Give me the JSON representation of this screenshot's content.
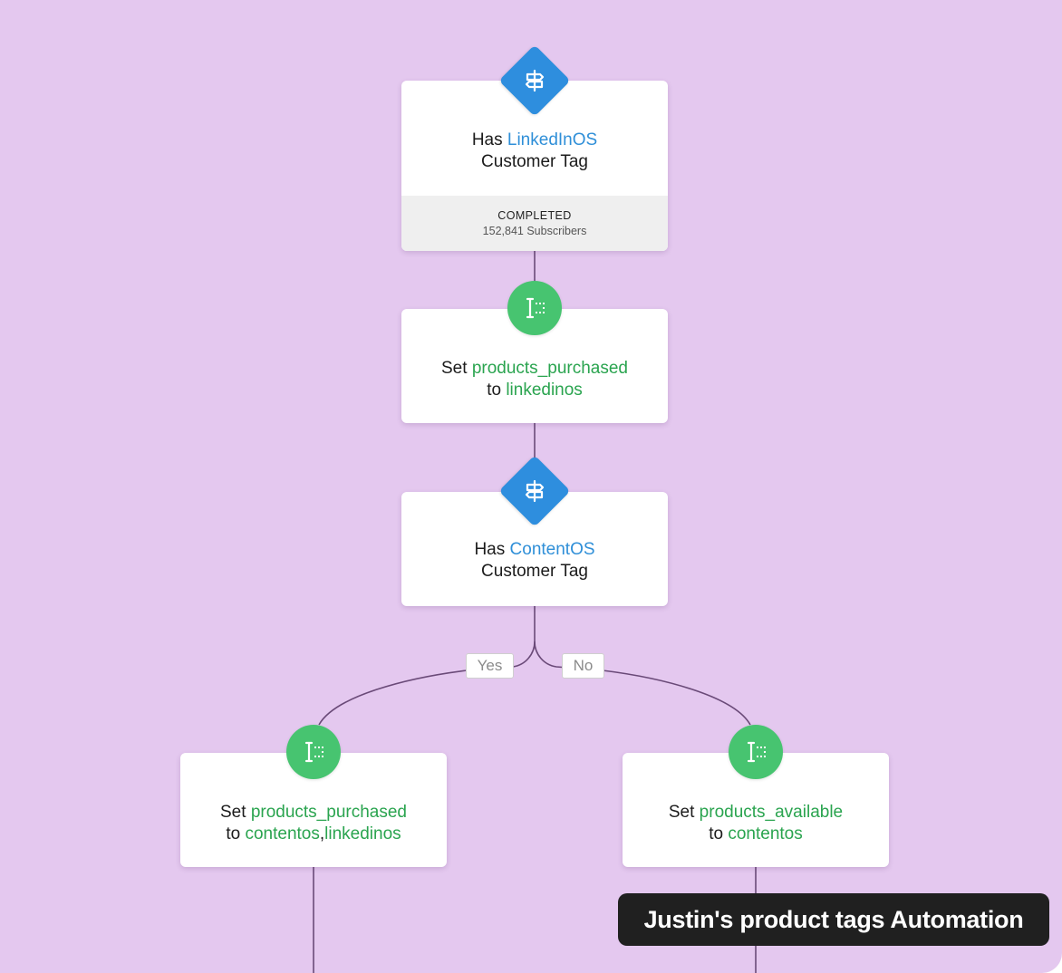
{
  "nodes": {
    "condition1": {
      "prefix": "Has ",
      "highlight": "LinkedInOS",
      "suffix": "Customer Tag",
      "status": "COMPLETED",
      "count": "152,841 Subscribers",
      "icon": "signpost-icon"
    },
    "action1": {
      "verb": "Set ",
      "field": "products_purchased",
      "to": "to ",
      "value": "linkedinos",
      "icon": "text-cursor-icon"
    },
    "condition2": {
      "prefix": "Has ",
      "highlight": "ContentOS",
      "suffix": "Customer Tag",
      "icon": "signpost-icon"
    },
    "action_yes": {
      "verb": "Set ",
      "field": "products_purchased",
      "to": "to ",
      "value_a": "contentos",
      "sep": ",",
      "value_b": "linkedinos",
      "icon": "text-cursor-icon"
    },
    "action_no": {
      "verb": "Set ",
      "field": "products_available",
      "to": "to ",
      "value": "contentos",
      "icon": "text-cursor-icon"
    }
  },
  "branches": {
    "yes": "Yes",
    "no": "No"
  },
  "caption": "Justin's product tags Automation",
  "colors": {
    "background": "#e4c8ef",
    "condition": "#2e8ede",
    "action": "#47c470",
    "highlight_blue": "#2f8fd8",
    "highlight_green": "#2aa44f",
    "connector": "#6a4a78"
  }
}
